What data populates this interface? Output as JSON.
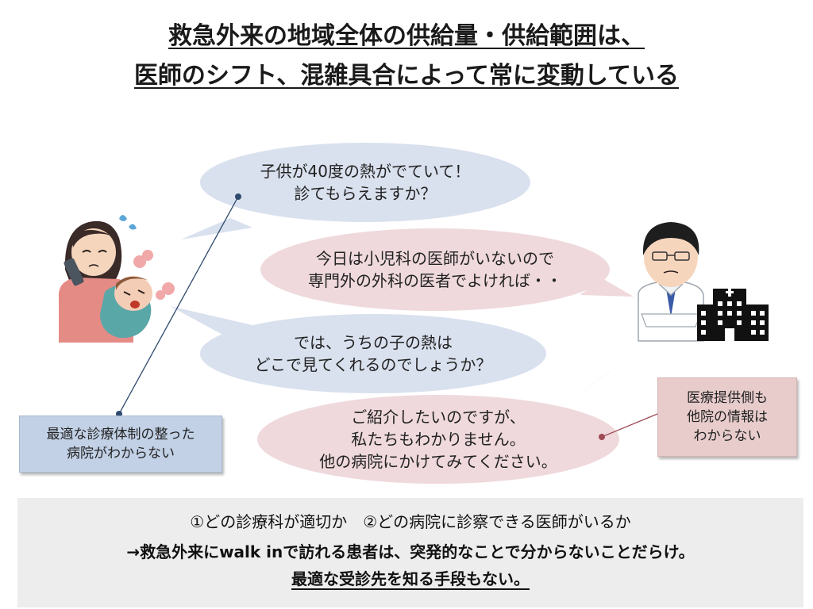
{
  "title": {
    "line1": "救急外来の地域全体の供給量・供給範囲は、",
    "line2": "医師のシフト、混雑具合によって常に変動している"
  },
  "bubbles": {
    "b1": {
      "line1": "子供が40度の熱がでていて！",
      "line2": "診てもらえますか？"
    },
    "b2": {
      "line1": "今日は小児科の医師がいないので",
      "line2": "専門外の外科の医者でよければ・・"
    },
    "b3": {
      "line1": "では、うちの子の熱は",
      "line2": "どこで見てくれるのでしょうか？"
    },
    "b4": {
      "line1": "ご紹介したいのですが、",
      "line2": "私たちもわかりません。",
      "line3": "他の病院にかけてみてください。"
    }
  },
  "notes": {
    "left": {
      "line1": "最適な診療体制の整った",
      "line2": "病院がわからない"
    },
    "right": {
      "line1": "医療提供側も",
      "line2": "他院の情報は",
      "line3": "わからない"
    }
  },
  "bottom": {
    "line1": "①どの診療科が適切か　②どの病院に診察できる医師がいるか",
    "line2": "→救急外来にwalk inで訪れる患者は、突発的なことで分からないことだらけ。",
    "line3": "最適な受診先を知る手段もない。"
  },
  "colors": {
    "patient_bubble": "#d9e0ee",
    "hospital_bubble": "#efd9dc",
    "left_note": "#c2d1e6",
    "right_note": "#e8cccc",
    "left_connector": "#2e4a6e",
    "right_connector": "#9e4a55"
  },
  "icons": [
    "mother-with-crying-child-illustration",
    "doctor-illustration",
    "hospital-building-icon"
  ]
}
